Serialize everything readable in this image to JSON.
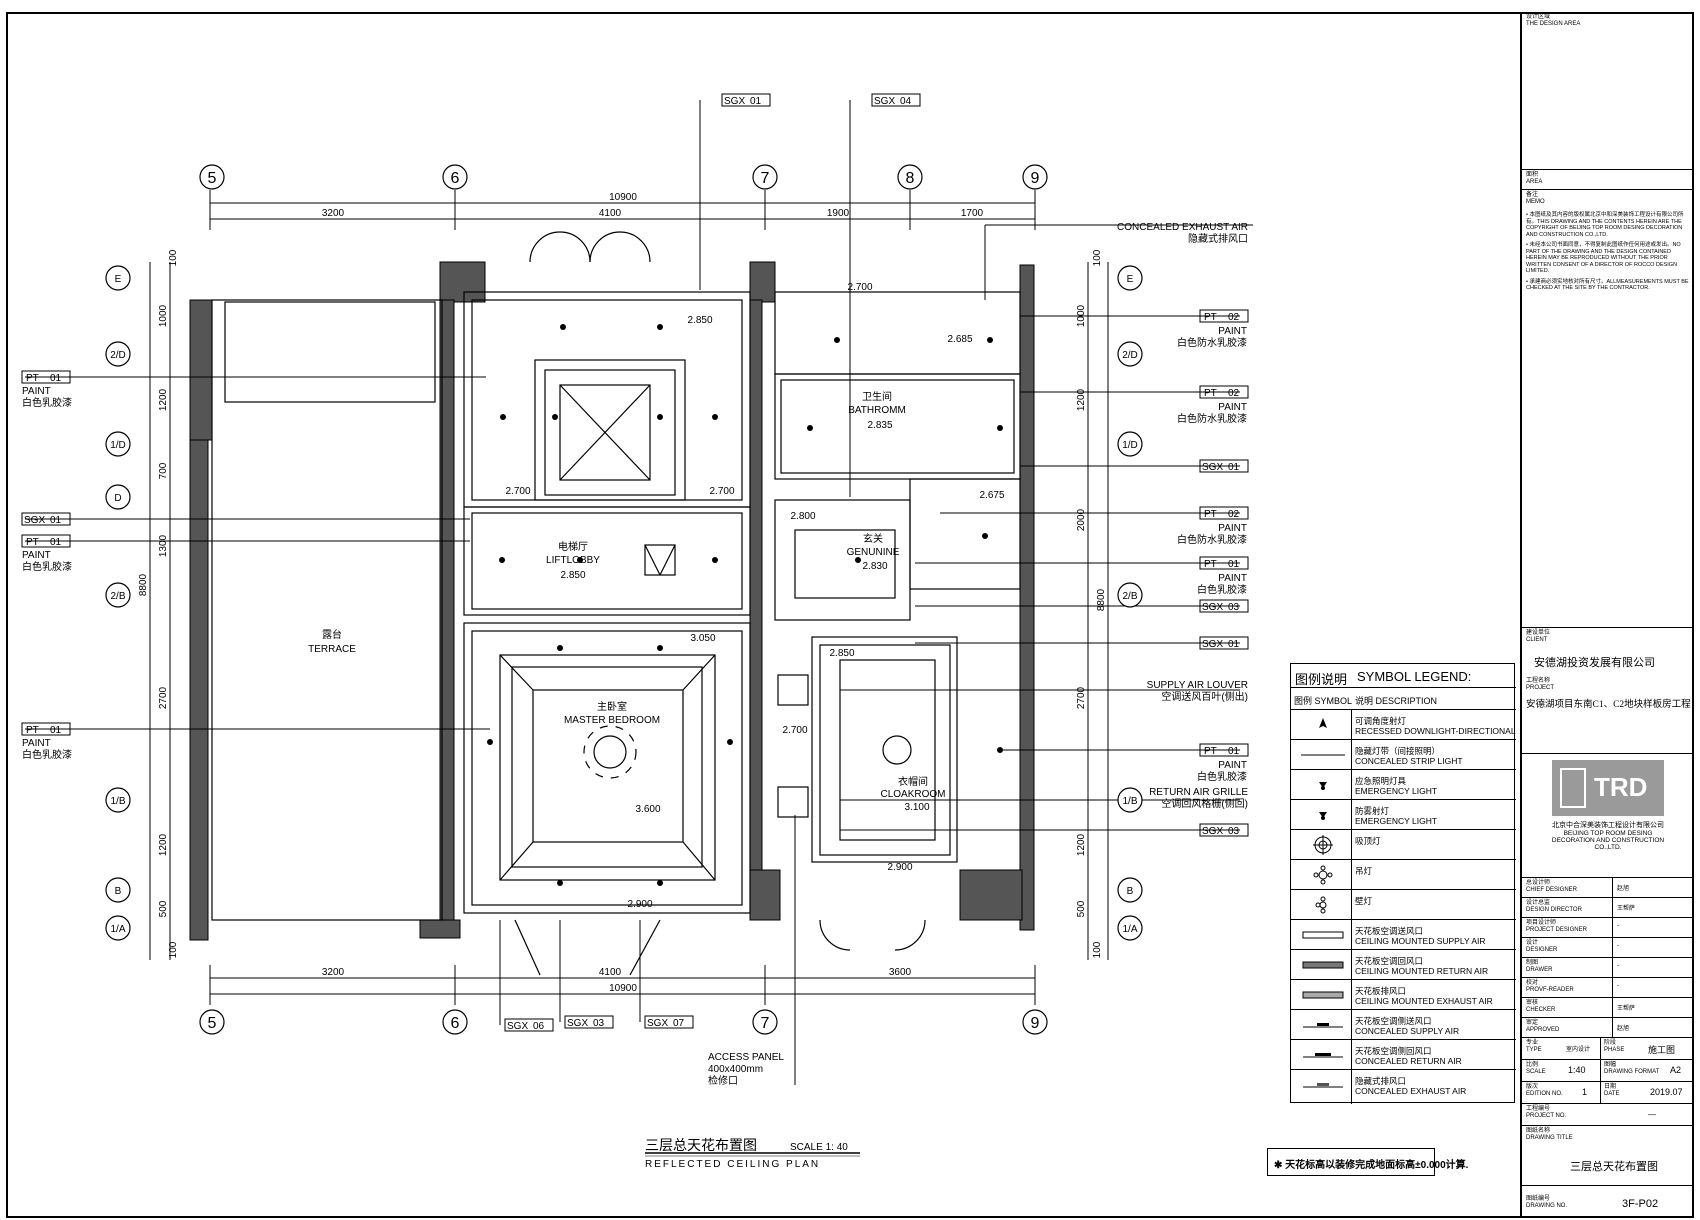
{
  "drawing": {
    "title_cn": "三层总天花布置图",
    "title_en": "REFLECTED CEILING PLAN",
    "scale": "SCALE 1: 40",
    "note": "天花标高以装修完成地面标高±0.000计算."
  },
  "grid": {
    "columns": [
      "5",
      "6",
      "7",
      "8",
      "9"
    ],
    "rows": [
      "E",
      "2/D",
      "1/D",
      "D",
      "2/B",
      "1/B",
      "B",
      "1/A"
    ]
  },
  "dimensions": {
    "top_total": "10900",
    "top_segments": [
      "3200",
      "4100",
      "1900",
      "1700"
    ],
    "bottom_total": "10900",
    "bottom_segments": [
      "3200",
      "4100",
      "3600"
    ],
    "left_total": "8800",
    "left_segments": [
      "100",
      "1000",
      "1200",
      "700",
      "1300",
      "2700",
      "1200",
      "500",
      "100"
    ],
    "right_total": "8800",
    "right_segments": [
      "100",
      "1000",
      "1200",
      "2000",
      "2700",
      "1200",
      "500",
      "100"
    ]
  },
  "rooms": [
    {
      "cn": "卫生间",
      "en": "BATHROMM",
      "level": "2.835"
    },
    {
      "cn": "电梯厅",
      "en": "LIFTLOBBY",
      "level": "2.850"
    },
    {
      "cn": "玄关",
      "en": "GENUNINE",
      "level": "2.830"
    },
    {
      "cn": "露台",
      "en": "TERRACE"
    },
    {
      "cn": "主卧室",
      "en": "MASTER BEDROOM",
      "level": "3.600"
    },
    {
      "cn": "衣帽间",
      "en": "CLOAKROOM",
      "level": "3.100"
    }
  ],
  "levels": [
    "2.850",
    "2.700",
    "2.685",
    "2.700",
    "2.700",
    "2.800",
    "2.675",
    "3.050",
    "2.850",
    "2.700",
    "2.900",
    "2.900"
  ],
  "left_tags": [
    {
      "code": "PT",
      "no": "01",
      "en": "PAINT",
      "cn": "白色乳胶漆"
    },
    {
      "code": "SGX",
      "no": "01"
    },
    {
      "code": "PT",
      "no": "01",
      "en": "PAINT",
      "cn": "白色乳胶漆"
    },
    {
      "code": "PT",
      "no": "01",
      "en": "PAINT",
      "cn": "白色乳胶漆"
    }
  ],
  "right_tags": [
    {
      "code": "PT",
      "no": "02",
      "en": "PAINT",
      "cn": "白色防水乳胶漆"
    },
    {
      "code": "PT",
      "no": "02",
      "en": "PAINT",
      "cn": "白色防水乳胶漆"
    },
    {
      "code": "SGX",
      "no": "01"
    },
    {
      "code": "PT",
      "no": "02",
      "en": "PAINT",
      "cn": "白色防水乳胶漆"
    },
    {
      "code": "PT",
      "no": "01",
      "en": "PAINT",
      "cn": "白色乳胶漆"
    },
    {
      "code": "SGX",
      "no": "03"
    },
    {
      "code": "SGX",
      "no": "01"
    },
    {
      "code": "PT",
      "no": "01",
      "en": "PAINT",
      "cn": "白色乳胶漆"
    },
    {
      "code": "SGX",
      "no": "03"
    }
  ],
  "top_tags": [
    {
      "code": "SGX",
      "no": "01"
    },
    {
      "code": "SGX",
      "no": "04"
    }
  ],
  "bottom_tags": [
    {
      "code": "SGX",
      "no": "06"
    },
    {
      "code": "SGX",
      "no": "03"
    },
    {
      "code": "SGX",
      "no": "07"
    }
  ],
  "callouts": {
    "exhaust_en": "CONCEALED EXHAUST AIR",
    "exhaust_cn": "隐藏式排风口",
    "supply_en": "SUPPLY AIR LOUVER",
    "supply_cn": "空调送风百叶(侧出)",
    "return_en": "RETURN AIR GRILLE",
    "return_cn": "空调回风格栅(侧回)",
    "access_en": "ACCESS PANEL",
    "access_size": "400x400mm",
    "access_cn": "检修口"
  },
  "legend": {
    "title_cn": "图例说明",
    "title_en": "SYMBOL LEGEND:",
    "col1": "图例  SYMBOL",
    "col2": "说明  DESCRIPTION",
    "items": [
      {
        "cn": "可调角度射灯",
        "en": "RECESSED DOWNLIGHT-DIRECTIONAL",
        "icon": "downlight-icon"
      },
      {
        "cn": "隐藏灯带（间接照明）",
        "en": "CONCEALED STRIP LIGHT",
        "icon": "strip-light-icon"
      },
      {
        "cn": "应急照明灯具",
        "en": "EMERGENCY LIGHT",
        "icon": "emergency-light-icon"
      },
      {
        "cn": "防雾射灯",
        "en": "EMERGENCY LIGHT",
        "icon": "antifog-light-icon"
      },
      {
        "cn": "吸顶灯",
        "en": "",
        "icon": "ceiling-light-icon"
      },
      {
        "cn": "吊灯",
        "en": "",
        "icon": "pendant-light-icon"
      },
      {
        "cn": "壁灯",
        "en": "",
        "icon": "wall-light-icon"
      },
      {
        "cn": "天花板空调送风口",
        "en": "CEILING MOUNTED SUPPLY AIR",
        "icon": "supply-air-icon"
      },
      {
        "cn": "天花板空调回风口",
        "en": "CEILING MOUNTED RETURN AIR",
        "icon": "return-air-icon"
      },
      {
        "cn": "天花板排风口",
        "en": "CEILING MOUNTED EXHAUST AIR",
        "icon": "exhaust-air-icon"
      },
      {
        "cn": "天花板空调侧送风口",
        "en": "CONCEALED SUPPLY AIR",
        "icon": "side-supply-icon"
      },
      {
        "cn": "天花板空调侧回风口",
        "en": "CONCEALED RETURN AIR",
        "icon": "side-return-icon"
      },
      {
        "cn": "隐藏式排风口",
        "en": "CONCEALED EXHAUST AIR",
        "icon": "concealed-exhaust-icon"
      }
    ]
  },
  "title_block": {
    "design_area_cn": "设计区域",
    "design_area_en": "THE DESIGN AREA",
    "area_cn": "面积",
    "area_en": "AREA",
    "memo_cn": "备注",
    "memo_en": "MEMO",
    "memo_1": "• 本图纸及其内容的版权属北京中和深美装饰工程设计有限公司所有。THIS DRAWING AND THE CONTENTS HEREIN ARE THE COPYRIGHT OF BEIJING TOP ROOM DESING DECORATION AND CONSTRUCTION CO.,LTD.",
    "memo_2": "• 未经本公司书面同意，不得复制此图纸作任何用途或发出。NO PART OF THE DRAWING AND THE DESIGN CONTAINED HEREIN MAY BE REPRODUCED WITHOUT THE PRIOR WRITTEN CONSENT OF A DIRECTOR OF ROCCO DESIGN LIMITED.",
    "memo_3": "• 承建商必须实地核对所有尺寸。ALLMEASUREMENTS MUST BE CHECKED AT THE SITE BY THE CONTRACTOR.",
    "client_cn": "建设单位",
    "client_en": "CLIENT",
    "client": "安德湖投资发展有限公司",
    "project_cn": "工程名称",
    "project_en": "PROJECT",
    "project": "安德湖项目东南C1、C2地块样板房工程",
    "logo": "TRD",
    "company_cn": "北京中合深美装饰工程设计有限公司",
    "company_en_1": "BEIJING TOP ROOM DESING",
    "company_en_2": "DECORATION AND CONSTRUCTION",
    "company_en_3": "CO.,LTD.",
    "people": [
      {
        "cn": "总设计师",
        "en": "CHIEF DESIGNER",
        "name": "赵旭"
      },
      {
        "cn": "设计总监",
        "en": "DESIGN DIRECTOR",
        "name": "王帮萨"
      },
      {
        "cn": "项目设计师",
        "en": "PROJECT DESIGNER",
        "name": "-"
      },
      {
        "cn": "设计",
        "en": "DESIGNER",
        "name": "-"
      },
      {
        "cn": "制图",
        "en": "DRAWER",
        "name": "-"
      },
      {
        "cn": "校对",
        "en": "PROVF-READER",
        "name": "-"
      },
      {
        "cn": "审核",
        "en": "CHECKER",
        "name": "王帮萨"
      },
      {
        "cn": "审定",
        "en": "APPROVED",
        "name": "赵旭"
      }
    ],
    "type_cn": "专业",
    "type_en": "TYPE",
    "type_val": "室内设计",
    "phase_cn": "阶段",
    "phase_en": "PHASE",
    "phase_val": "施工图",
    "scale_cn": "比例",
    "scale_en": "SCALE",
    "scale_val": "1:40",
    "format_cn": "图幅",
    "format_en": "DRAWING FORMAT",
    "format_val": "A2",
    "edition_cn": "版次",
    "edition_en": "EDITION NO.",
    "edition_val": "1",
    "date_cn": "日期",
    "date_en": "DATE",
    "date_val": "2019.07",
    "projno_cn": "工程编号",
    "projno_en": "PROJECT NO.",
    "projno_val": "—",
    "dtitle_cn": "图纸名称",
    "dtitle_en": "DRAWING TITLE",
    "dtitle_val": "三层总天花布置图",
    "dno_cn": "图纸编号",
    "dno_en": "DRAWING NO.",
    "dno_val": "3F-P02"
  }
}
